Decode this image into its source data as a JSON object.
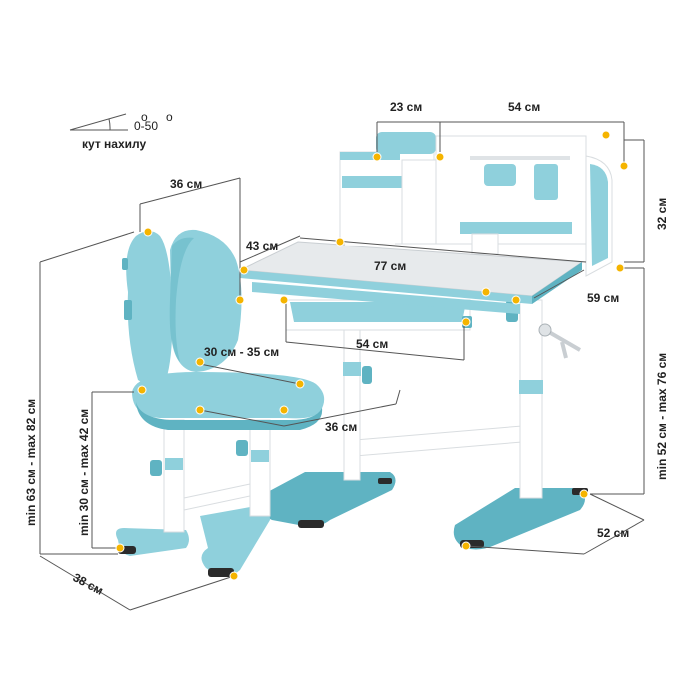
{
  "labels": {
    "tilt_angle": "0-50",
    "tilt_caption": "кут нахилу",
    "desk_shelf_width": "23 см",
    "desk_top_rear_width": "54 см",
    "desk_shelf_height": "32 см",
    "desk_depth": "43 см",
    "desk_width": "77 см",
    "desk_side_depth": "59 см",
    "drawer_width": "54 см",
    "desk_height": "min 52 см - max 76 см",
    "desk_base_depth": "52 см",
    "chair_back_width": "36 см",
    "chair_seat_depth": "30 см - 35 см",
    "chair_seat_width": "36 см",
    "chair_height": "min 63 см - max 82 см",
    "chair_seat_height": "min 30 см - max 42 см",
    "chair_base_width": "38 см"
  },
  "colors": {
    "accent": "#8fd0dc",
    "accent_dark": "#5fb3c2",
    "marker": "#f5b400"
  }
}
